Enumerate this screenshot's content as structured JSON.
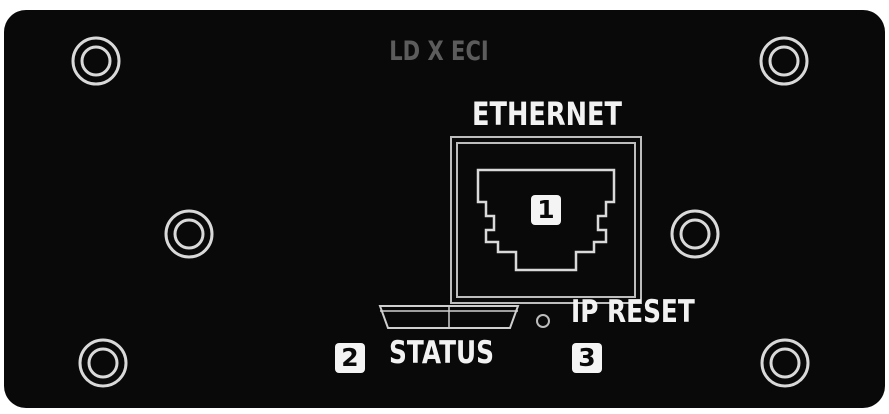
{
  "panel": {
    "model": "LD X ECI",
    "ethernet_label": "ETHERNET",
    "status_label": "STATUS",
    "ip_reset_label": "IP RESET",
    "badges": {
      "ethernet": "1",
      "status": "2",
      "ip_reset": "3"
    }
  },
  "icons": {
    "screw": "mounting-screw-icon",
    "port": "rj45-port-icon",
    "led": "status-led-icon",
    "reset": "reset-pinhole-icon"
  },
  "colors": {
    "panel_background": "#090909",
    "label_white": "#f2f2f2",
    "model_gray": "#5c5c5c",
    "badge_background": "#f4f4f4"
  }
}
